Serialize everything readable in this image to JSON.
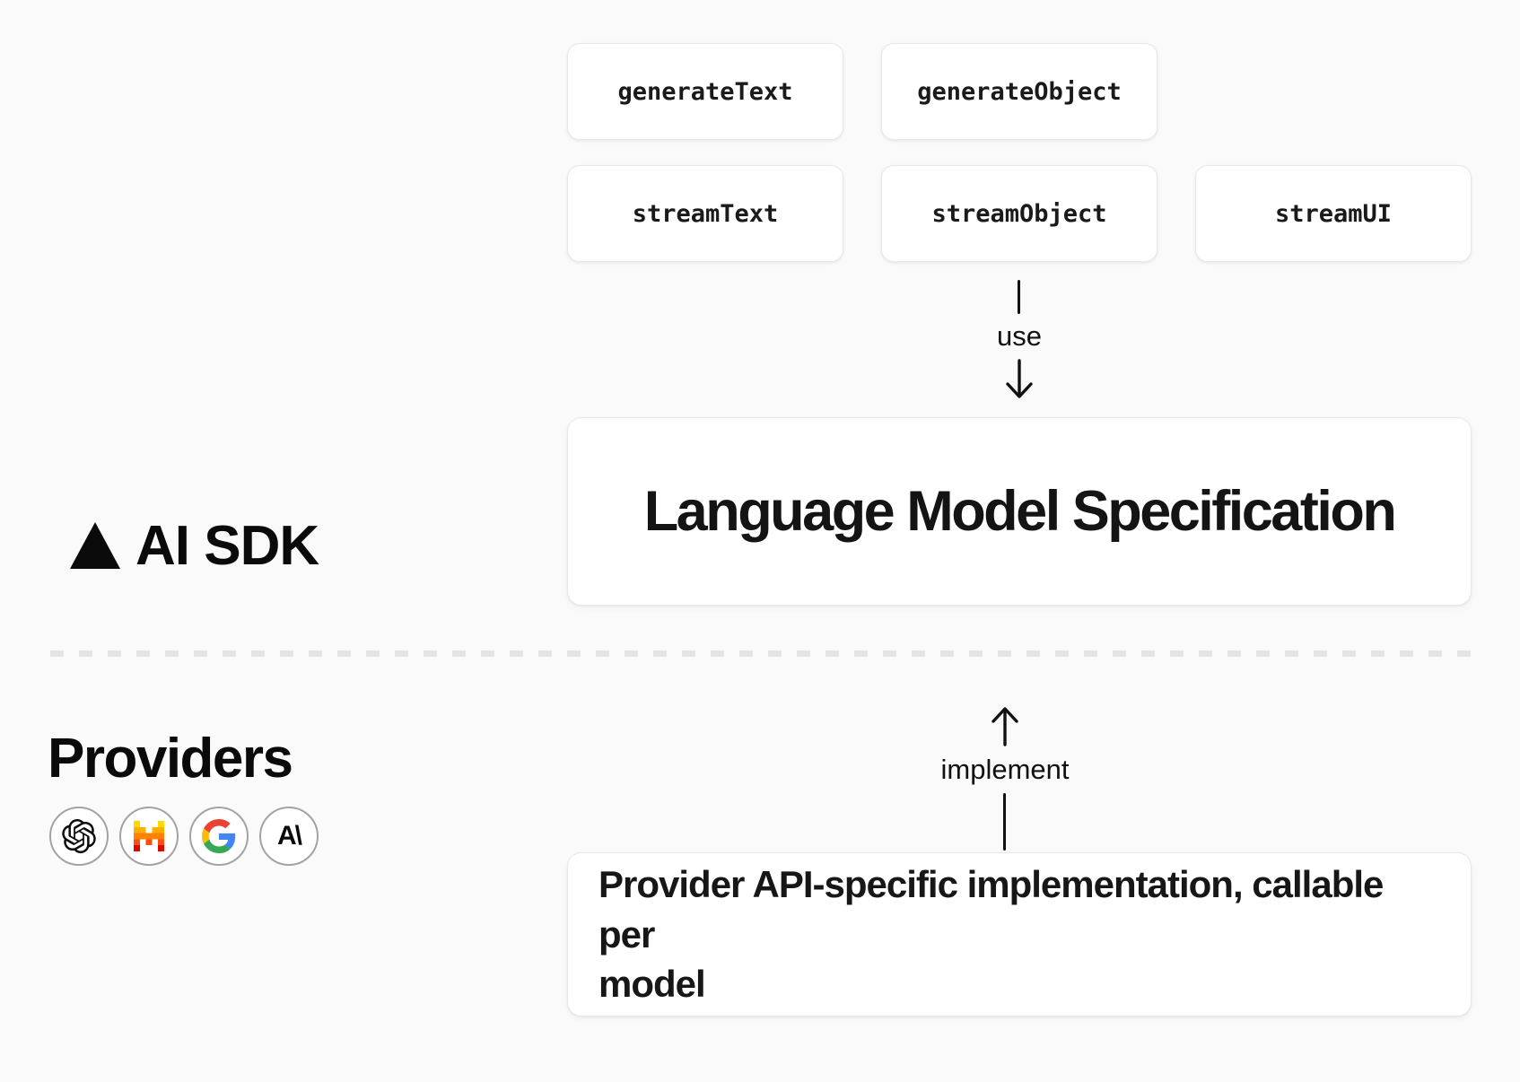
{
  "function_boxes": {
    "row1": [
      "generateText",
      "generateObject"
    ],
    "row2": [
      "streamText",
      "streamObject",
      "streamUI"
    ]
  },
  "use_connector": {
    "label": "use"
  },
  "spec_box": {
    "title": "Language Model Specification"
  },
  "ai_sdk": {
    "label": "AI SDK"
  },
  "providers": {
    "heading": "Providers",
    "items": [
      {
        "name": "OpenAI"
      },
      {
        "name": "Mistral"
      },
      {
        "name": "Google"
      },
      {
        "name": "Anthropic",
        "monogram": "A\\"
      }
    ]
  },
  "implement_connector": {
    "label": "implement"
  },
  "provider_box": {
    "lines": [
      "Provider API-specific implementation, callable per",
      "model"
    ]
  },
  "colors": {
    "background": "#fafafa",
    "card": "#ffffff",
    "card_border": "#e8e8e8",
    "text": "#141414",
    "dash": "#e4e4e4",
    "mistral_palette": [
      "#FFD800",
      "#FFAF00",
      "#FF8205",
      "#FA500F",
      "#E10500"
    ],
    "google_palette": [
      "#EA4335",
      "#4285F4",
      "#FBBC05",
      "#34A853"
    ]
  }
}
